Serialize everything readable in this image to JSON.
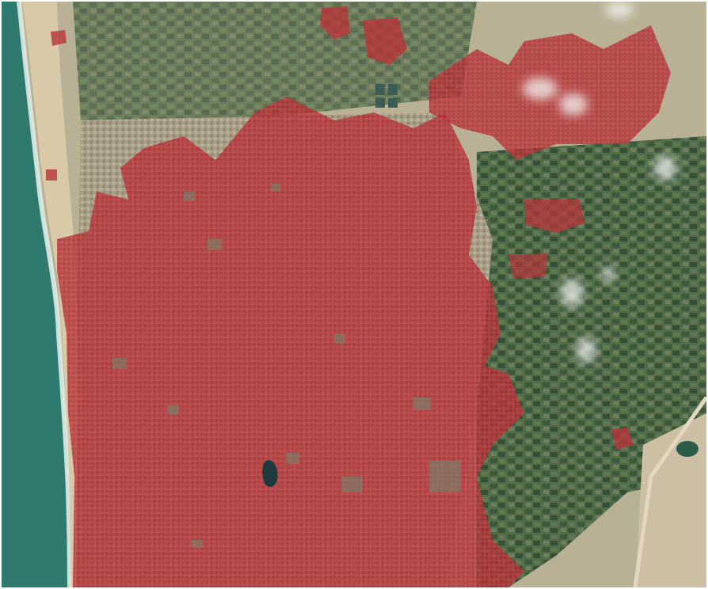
{
  "map": {
    "kind": "satellite-imagery",
    "overlay_label": "",
    "colors": {
      "sea": "#2f7a6e",
      "surf": "#d9e6df",
      "beach": "#d8c9a8",
      "land": "#b9b196",
      "vegetation": "#3e5a3a",
      "damage_overlay": "#c0262e",
      "cloud": "#f4f4f4"
    },
    "features": [
      "sea",
      "shoreline",
      "beach",
      "urban-area",
      "farmland",
      "damage-overlay",
      "pond",
      "road",
      "clouds"
    ]
  }
}
